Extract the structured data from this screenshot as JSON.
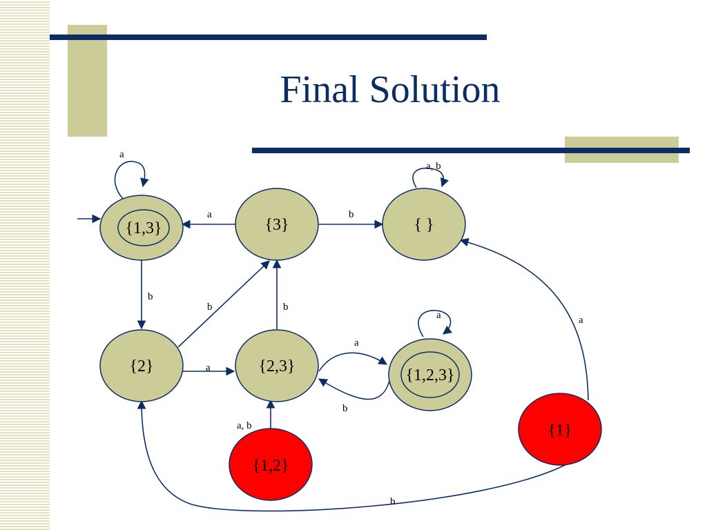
{
  "slide": {
    "title": "Final Solution",
    "colors": {
      "title": "#0b2d63",
      "accent_bar": "#0b2d63",
      "accent_block": "#cccc99",
      "state_normal": "#cccc99",
      "state_dead_start": "#ff0000"
    }
  },
  "automaton": {
    "states": [
      {
        "id": "s13",
        "label": "{1,3}",
        "accepting": true,
        "start": true,
        "fill": "#cccc99"
      },
      {
        "id": "s3",
        "label": "{3}",
        "accepting": false,
        "fill": "#cccc99"
      },
      {
        "id": "sempty",
        "label": "{ }",
        "accepting": false,
        "fill": "#cccc99"
      },
      {
        "id": "s2",
        "label": "{2}",
        "accepting": false,
        "fill": "#cccc99"
      },
      {
        "id": "s23",
        "label": "{2,3}",
        "accepting": false,
        "fill": "#cccc99"
      },
      {
        "id": "s123",
        "label": "{1,2,3}",
        "accepting": true,
        "fill": "#cccc99"
      },
      {
        "id": "s12",
        "label": "{1,2}",
        "accepting": false,
        "fill": "#ff0000"
      },
      {
        "id": "s1",
        "label": "{1}",
        "accepting": false,
        "fill": "#ff0000"
      }
    ],
    "transitions": [
      {
        "from": "{1,3}",
        "to": "{1,3}",
        "label": "a"
      },
      {
        "from": "{3}",
        "to": "{1,3}",
        "label": "a"
      },
      {
        "from": "{3}",
        "to": "{ }",
        "label": "b"
      },
      {
        "from": "{ }",
        "to": "{ }",
        "label": "a, b"
      },
      {
        "from": "{1,3}",
        "to": "{2}",
        "label": "b"
      },
      {
        "from": "{2}",
        "to": "{3}",
        "label": "b"
      },
      {
        "from": "{2,3}",
        "to": "{3}",
        "label": "b"
      },
      {
        "from": "{2}",
        "to": "{2,3}",
        "label": "a"
      },
      {
        "from": "{2,3}",
        "to": "{1,2,3}",
        "label": "a"
      },
      {
        "from": "{1,2,3}",
        "to": "{1,2,3}",
        "label": "a"
      },
      {
        "from": "{1,2,3}",
        "to": "{2,3}",
        "label": "b"
      },
      {
        "from": "{1,2}",
        "to": "{2,3}",
        "label": "a, b"
      },
      {
        "from": "{1}",
        "to": "{ }",
        "label": "a"
      },
      {
        "from": "{1}",
        "to": "{2}",
        "label": "b"
      }
    ]
  }
}
